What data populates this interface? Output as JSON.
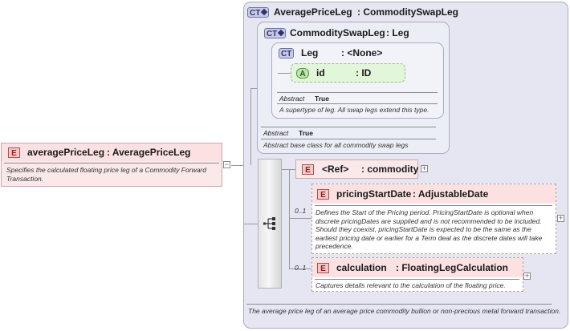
{
  "root_element": {
    "badge": "E",
    "name": "averagePriceLeg",
    "type": ": AveragePriceLeg",
    "description": "Specifies the calculated floating price leg of a Commodity Forward Transaction.",
    "expander": "−"
  },
  "outer_type": {
    "badge": "CT",
    "name": "AveragePriceLeg",
    "base": ": CommoditySwapLeg",
    "description": "The average price leg of an average price commodity bullion or non-precious metal forward transaction."
  },
  "mid_type": {
    "badge": "CT",
    "name": "CommoditySwapLeg",
    "base": ": Leg",
    "abstract_label": "Abstract",
    "abstract_value": "True",
    "description": "Abstract base class for all commodity swap legs"
  },
  "inner_type": {
    "badge": "CT",
    "name": "Leg",
    "base": ": <None>",
    "abstract_label": "Abstract",
    "abstract_value": "True",
    "description": "A supertype of leg. All swap legs extend this type.",
    "attribute": {
      "badge": "A",
      "name": "id",
      "type": ": ID"
    }
  },
  "sequence_children": [
    {
      "badge": "E",
      "name": "<Ref>",
      "type": ": commodity",
      "cardinality": "",
      "description": "",
      "expander": "+"
    },
    {
      "badge": "E",
      "name": "pricingStartDate",
      "type": ": AdjustableDate",
      "cardinality": "0..1",
      "description": "Defines the Start of the Pricing period. PricingStartDate is optional when discrete pricingDates are supplied and is not recommended to be included. Should they coexist, pricingStartDate is expected to be the same as the earliest pricing date or earlier for a Term deal as the discrete dates will take precedence.",
      "expander": "+"
    },
    {
      "badge": "E",
      "name": "calculation",
      "type": ": FloatingLegCalculation",
      "cardinality": "0..1",
      "description": "Captures details relevant to the calculation of the floating price.",
      "expander": "+"
    }
  ],
  "icons": {
    "sequence": "sequence-compositor-icon",
    "ct": "complex-type-icon"
  },
  "colors": {
    "element_fill": "#fbe9e9",
    "complex_type_fill": "#e5e6f2",
    "attribute_fill": "#e2f6da"
  }
}
